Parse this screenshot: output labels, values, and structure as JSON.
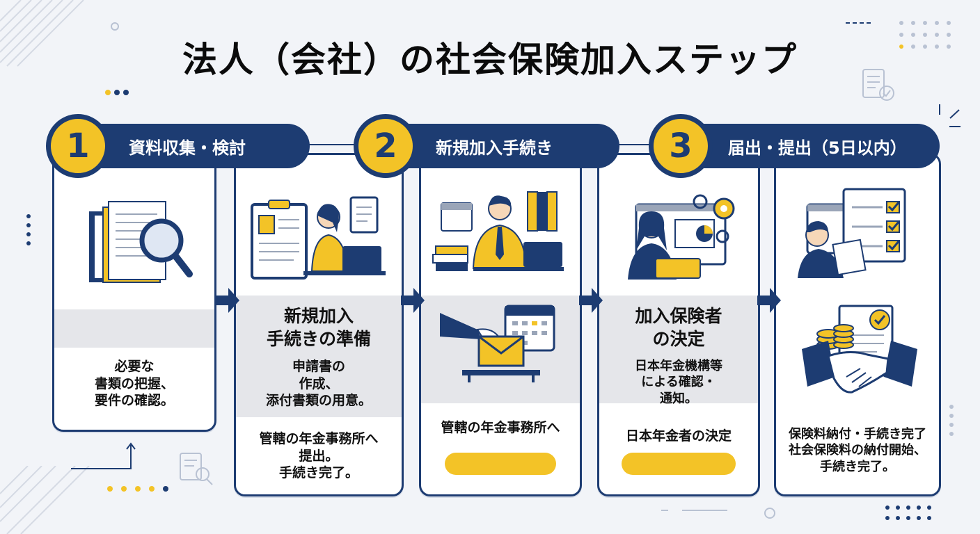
{
  "title": "法人（会社）の社会保険加入ステップ",
  "steps": [
    {
      "number": "1",
      "label": "資料収集・検討"
    },
    {
      "number": "2",
      "label": "新規加入手続き"
    },
    {
      "number": "3",
      "label": "届出・提出（5日以内）"
    }
  ],
  "cards": [
    {
      "heading": "",
      "body": "必要な\n書類の把握、\n要件の確認。",
      "footer": ""
    },
    {
      "heading": "新規加入\n手続きの準備",
      "body": "申請書の\n作成、\n添付書類の用意。",
      "footer": "管轄の年金事務所へ\n提出。\n手続き完了。"
    },
    {
      "heading": "",
      "body": "",
      "footer": "管轄の年金事務所へ"
    },
    {
      "heading": "加入保険者\nの決定",
      "body": "日本年金機構等\nによる確認・\n通知。",
      "footer": "日本年金者の決定"
    },
    {
      "heading": "",
      "body": "",
      "footer": "保険料納付・手続き完了\n社会保険料の納付開始、\n手続き完了。"
    }
  ],
  "colors": {
    "navy": "#1d3c72",
    "yellow": "#f3c327",
    "background": "#f2f4f8",
    "band": "#e5e6ea"
  },
  "icons": [
    "documents-magnifier-icon",
    "clipboard-woman-laptop-icon",
    "man-desk-laptop-icon",
    "calendar-envelope-icon",
    "woman-laptop-gears-icon",
    "checklist-man-icon",
    "handshake-coins-icon"
  ]
}
